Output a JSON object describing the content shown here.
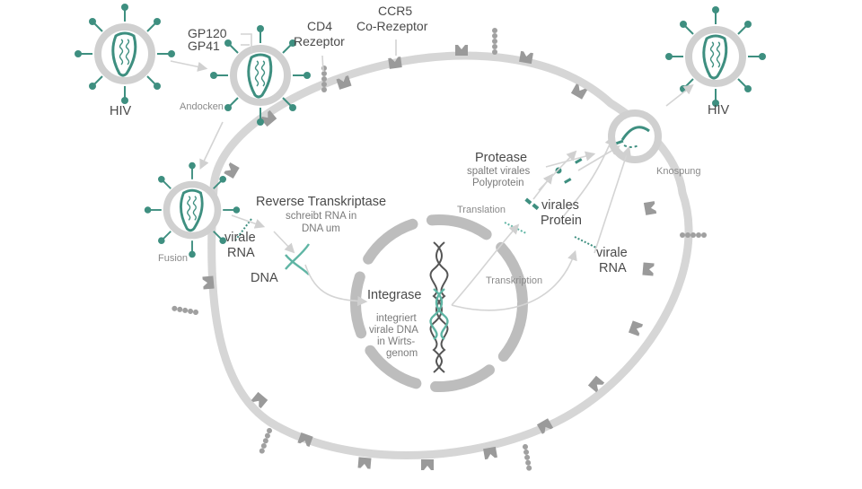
{
  "labels": {
    "hiv_left": "HIV",
    "hiv_right": "HIV",
    "gp120": "GP120",
    "gp41": "GP41",
    "cd4_line1": "CD4",
    "cd4_line2": "Rezeptor",
    "ccr5_line1": "CCR5",
    "ccr5_line2": "Co-Rezeptor",
    "andocken": "Andocken",
    "fusion": "Fusion",
    "virale_rna_1_line1": "virale",
    "virale_rna_1_line2": "RNA",
    "rt_title": "Reverse Transkriptase",
    "rt_sub1": "schreibt RNA in",
    "rt_sub2": "DNA um",
    "dna": "DNA",
    "integrase": "Integrase",
    "int_sub1": "integriert",
    "int_sub2": "virale DNA",
    "int_sub3": "in Wirts-",
    "int_sub4": "genom",
    "translation": "Translation",
    "transkription": "Transkription",
    "protease": "Protease",
    "prot_sub1": "spaltet virales",
    "prot_sub2": "Polyprotein",
    "virales_protein_line1": "virales",
    "virales_protein_line2": "Protein",
    "virale_rna_2_line1": "virale",
    "virale_rna_2_line2": "RNA",
    "knospung": "Knospung"
  },
  "colors": {
    "teal": "#3e8f80",
    "membrane": "#d6d6d6",
    "receptor": "#9a9a9a",
    "text": "#4a4a4a"
  }
}
